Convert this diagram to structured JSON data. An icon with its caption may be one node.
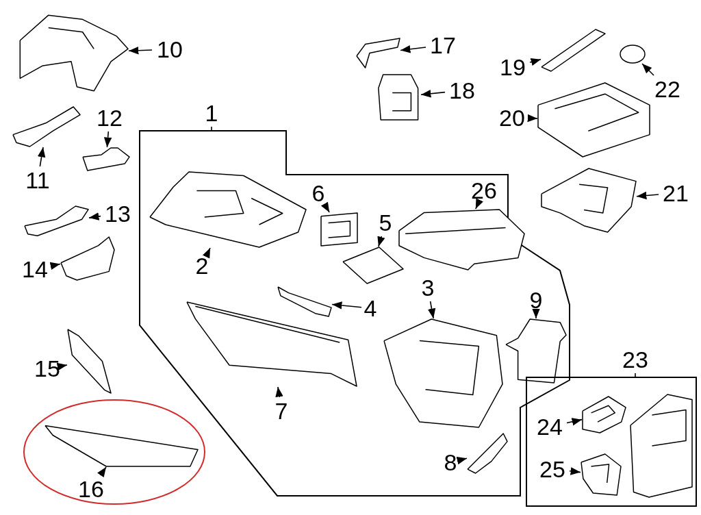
{
  "diagram": {
    "nodes": [
      {
        "text": [
          "10"
        ]
      },
      {
        "text": [],
        "shape": "picture"
      },
      {
        "text": [
          "17"
        ]
      },
      {
        "text": [],
        "shape": "picture"
      },
      {
        "text": [
          "19"
        ]
      },
      {
        "text": [],
        "shape": "picture"
      },
      {
        "text": [
          "22"
        ]
      },
      {
        "text": [],
        "shape": "circle"
      },
      {
        "text": [
          "18"
        ]
      },
      {
        "text": [],
        "shape": "picture"
      },
      {
        "text": [
          "20"
        ]
      },
      {
        "text": [],
        "shape": "picture"
      },
      {
        "text": [
          "1"
        ]
      },
      {
        "text": [],
        "shape": "box"
      },
      {
        "text": [
          "12"
        ]
      },
      {
        "text": [],
        "shape": "picture"
      },
      {
        "text": [
          "11"
        ]
      },
      {
        "text": [],
        "shape": "picture"
      },
      {
        "text": [
          "21"
        ]
      },
      {
        "text": [],
        "shape": "picture"
      },
      {
        "text": [
          "6"
        ],
        "in": 13
      },
      {
        "text": [],
        "shape": "picture",
        "in": 13
      },
      {
        "text": [
          "26"
        ],
        "in": 13
      },
      {
        "text": [],
        "shape": "picture",
        "in": 13
      },
      {
        "text": [
          "5"
        ],
        "in": 13
      },
      {
        "text": [],
        "shape": "picture",
        "in": 13
      },
      {
        "text": [
          "13"
        ]
      },
      {
        "text": [],
        "shape": "picture"
      },
      {
        "text": [
          "2"
        ],
        "in": 13
      },
      {
        "text": [],
        "shape": "picture",
        "in": 13
      },
      {
        "text": [
          "14"
        ]
      },
      {
        "text": [],
        "shape": "picture"
      },
      {
        "text": [
          "3"
        ],
        "in": 13
      },
      {
        "text": [],
        "shape": "picture",
        "in": 13
      },
      {
        "text": [
          "9"
        ],
        "in": 13
      },
      {
        "text": [],
        "shape": "picture",
        "in": 13
      },
      {
        "text": [
          "4"
        ],
        "in": 13
      },
      {
        "text": [],
        "shape": "picture",
        "in": 13
      },
      {
        "text": [
          "15"
        ]
      },
      {
        "text": [],
        "shape": "picture"
      },
      {
        "text": [
          "23"
        ]
      },
      {
        "text": [],
        "shape": "box"
      },
      {
        "text": [
          "24"
        ],
        "in": 41
      },
      {
        "text": [],
        "shape": "picture",
        "in": 41
      },
      {
        "text": [],
        "shape": "picture",
        "in": 41
      },
      {
        "text": [
          "7"
        ],
        "in": 13
      },
      {
        "text": [],
        "shape": "picture",
        "in": 13
      },
      {
        "text": [
          "8"
        ],
        "in": 13
      },
      {
        "text": [],
        "shape": "picture",
        "in": 13
      },
      {
        "text": [
          "25"
        ],
        "in": 41
      },
      {
        "text": [],
        "shape": "picture",
        "in": 41
      },
      {
        "text": [
          "16"
        ]
      },
      {
        "text": [],
        "shape": "picture"
      }
    ],
    "edges": [
      {
        "from": 0,
        "to": 1,
        "arrow": "to"
      },
      {
        "from": 2,
        "to": 3,
        "arrow": "to"
      },
      {
        "from": 4,
        "to": 5,
        "arrow": "to"
      },
      {
        "from": 6,
        "to": 7,
        "arrow": "to"
      },
      {
        "from": 8,
        "to": 9,
        "arrow": "to"
      },
      {
        "from": 10,
        "to": 11,
        "arrow": "to"
      },
      {
        "from": 12,
        "to": 13,
        "arrow": "none"
      },
      {
        "from": 14,
        "to": 15,
        "arrow": "to"
      },
      {
        "from": 16,
        "to": 17,
        "arrow": "to"
      },
      {
        "from": 18,
        "to": 19,
        "arrow": "to"
      },
      {
        "from": 20,
        "to": 21,
        "arrow": "to"
      },
      {
        "from": 22,
        "to": 23,
        "arrow": "to"
      },
      {
        "from": 24,
        "to": 25,
        "arrow": "to"
      },
      {
        "from": 26,
        "to": 27,
        "arrow": "to"
      },
      {
        "from": 28,
        "to": 29,
        "arrow": "to"
      },
      {
        "from": 30,
        "to": 31,
        "arrow": "to"
      },
      {
        "from": 32,
        "to": 33,
        "arrow": "to"
      },
      {
        "from": 34,
        "to": 35,
        "arrow": "to"
      },
      {
        "from": 36,
        "to": 37,
        "arrow": "to"
      },
      {
        "from": 38,
        "to": 39,
        "arrow": "to"
      },
      {
        "from": 40,
        "to": 41,
        "arrow": "none"
      },
      {
        "from": 42,
        "to": 43,
        "arrow": "to"
      },
      {
        "from": 45,
        "to": 46,
        "arrow": "to"
      },
      {
        "from": 47,
        "to": 48,
        "arrow": "to"
      },
      {
        "from": 49,
        "to": 50,
        "arrow": "to"
      },
      {
        "from": 51,
        "to": 52,
        "arrow": "to"
      }
    ]
  }
}
